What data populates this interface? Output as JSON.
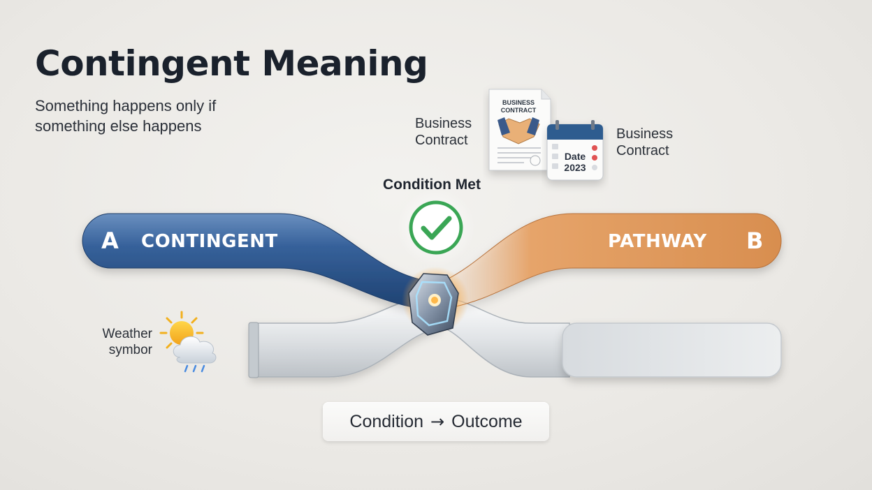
{
  "header": {
    "title": "Contingent Meaning",
    "subtitle": "Something happens only if something else happens"
  },
  "labels": {
    "business_contract_left": "Business\nContract",
    "business_contract_right": "Business\nContract",
    "weather": "Weather\nsymbor",
    "condition_met": "Condition Met"
  },
  "document": {
    "heading_line1": "BUSINESS",
    "heading_line2": "CONTRACT"
  },
  "calendar": {
    "line1": "Date",
    "line2": "2023"
  },
  "pathway_a": {
    "letter": "A",
    "word": "CONTINGENT",
    "color": "#2f5b8f"
  },
  "pathway_b": {
    "letter": "B",
    "word": "PATHWAY",
    "color": "#d8904e"
  },
  "formula": {
    "condition": "Condition",
    "arrow": "→",
    "outcome": "Outcome"
  },
  "colors": {
    "check": "#3aa655",
    "junction_glow": "#f5a742"
  },
  "icons": [
    "check-circle-icon",
    "handshake-icon",
    "calendar-icon",
    "sun-cloud-rain-icon",
    "junction-node-icon"
  ]
}
